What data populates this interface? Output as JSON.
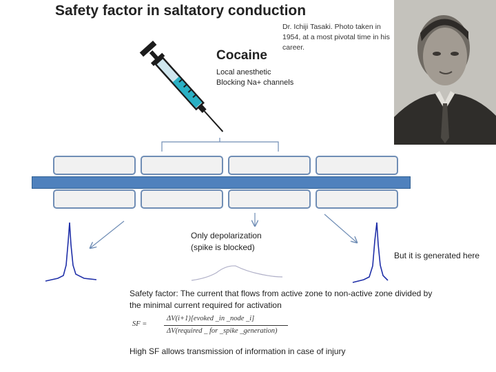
{
  "title": "Safety factor in saltatory conduction",
  "photo_caption": "Dr. Ichiji Tasaki. Photo taken in 1954, at a most pivotal time in his career.",
  "cocaine": {
    "heading": "Cocaine",
    "line1": "Local anesthetic",
    "line2": "Blocking Na+ channels"
  },
  "depolarization": {
    "line1": "Only depolarization",
    "line2": "(spike is blocked)"
  },
  "generated_text": "But  it is generated here",
  "safety_factor_definition": "Safety factor: The current that flows from active  zone to non-active zone divided by the minimal current required for activation",
  "formula": {
    "lhs": "SF =",
    "numerator": "ΔV(i+1)[evoked _in _node _i]",
    "denominator": "ΔV(required _ for _spike _generation)"
  },
  "conclusion": "High SF allows transmission of information in case of injury",
  "colors": {
    "axon": "#4f81bd",
    "myelin_border": "#6f8db5",
    "trace": "#1f2fa8",
    "arrow": "#6f8db5"
  },
  "icons": [
    "syringe-icon",
    "portrait-photo"
  ]
}
